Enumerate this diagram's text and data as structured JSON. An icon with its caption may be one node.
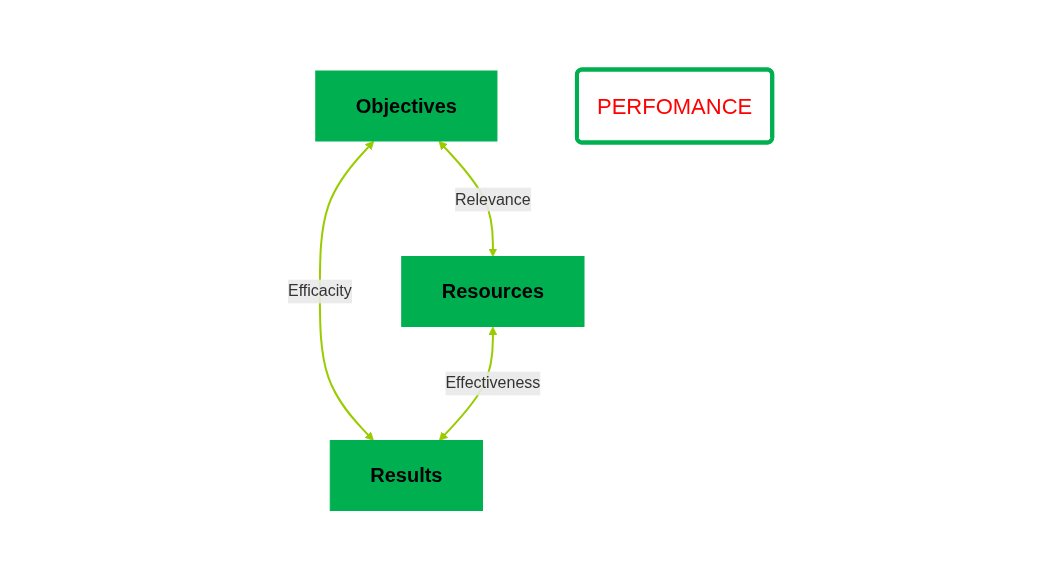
{
  "diagram": {
    "nodes": [
      {
        "text": [
          "Objectives"
        ]
      },
      {
        "text": [
          "PERFOMANCE"
        ]
      },
      {
        "text": [
          "Resources"
        ]
      },
      {
        "text": [
          "Results"
        ]
      }
    ],
    "edges": [
      {
        "from": 0,
        "to": 2,
        "label": "Relevance",
        "arrow": "both"
      },
      {
        "from": 0,
        "to": 3,
        "label": "Efficacity",
        "arrow": "both"
      },
      {
        "from": 2,
        "to": 3,
        "label": "Effectiveness",
        "arrow": "both"
      }
    ]
  }
}
